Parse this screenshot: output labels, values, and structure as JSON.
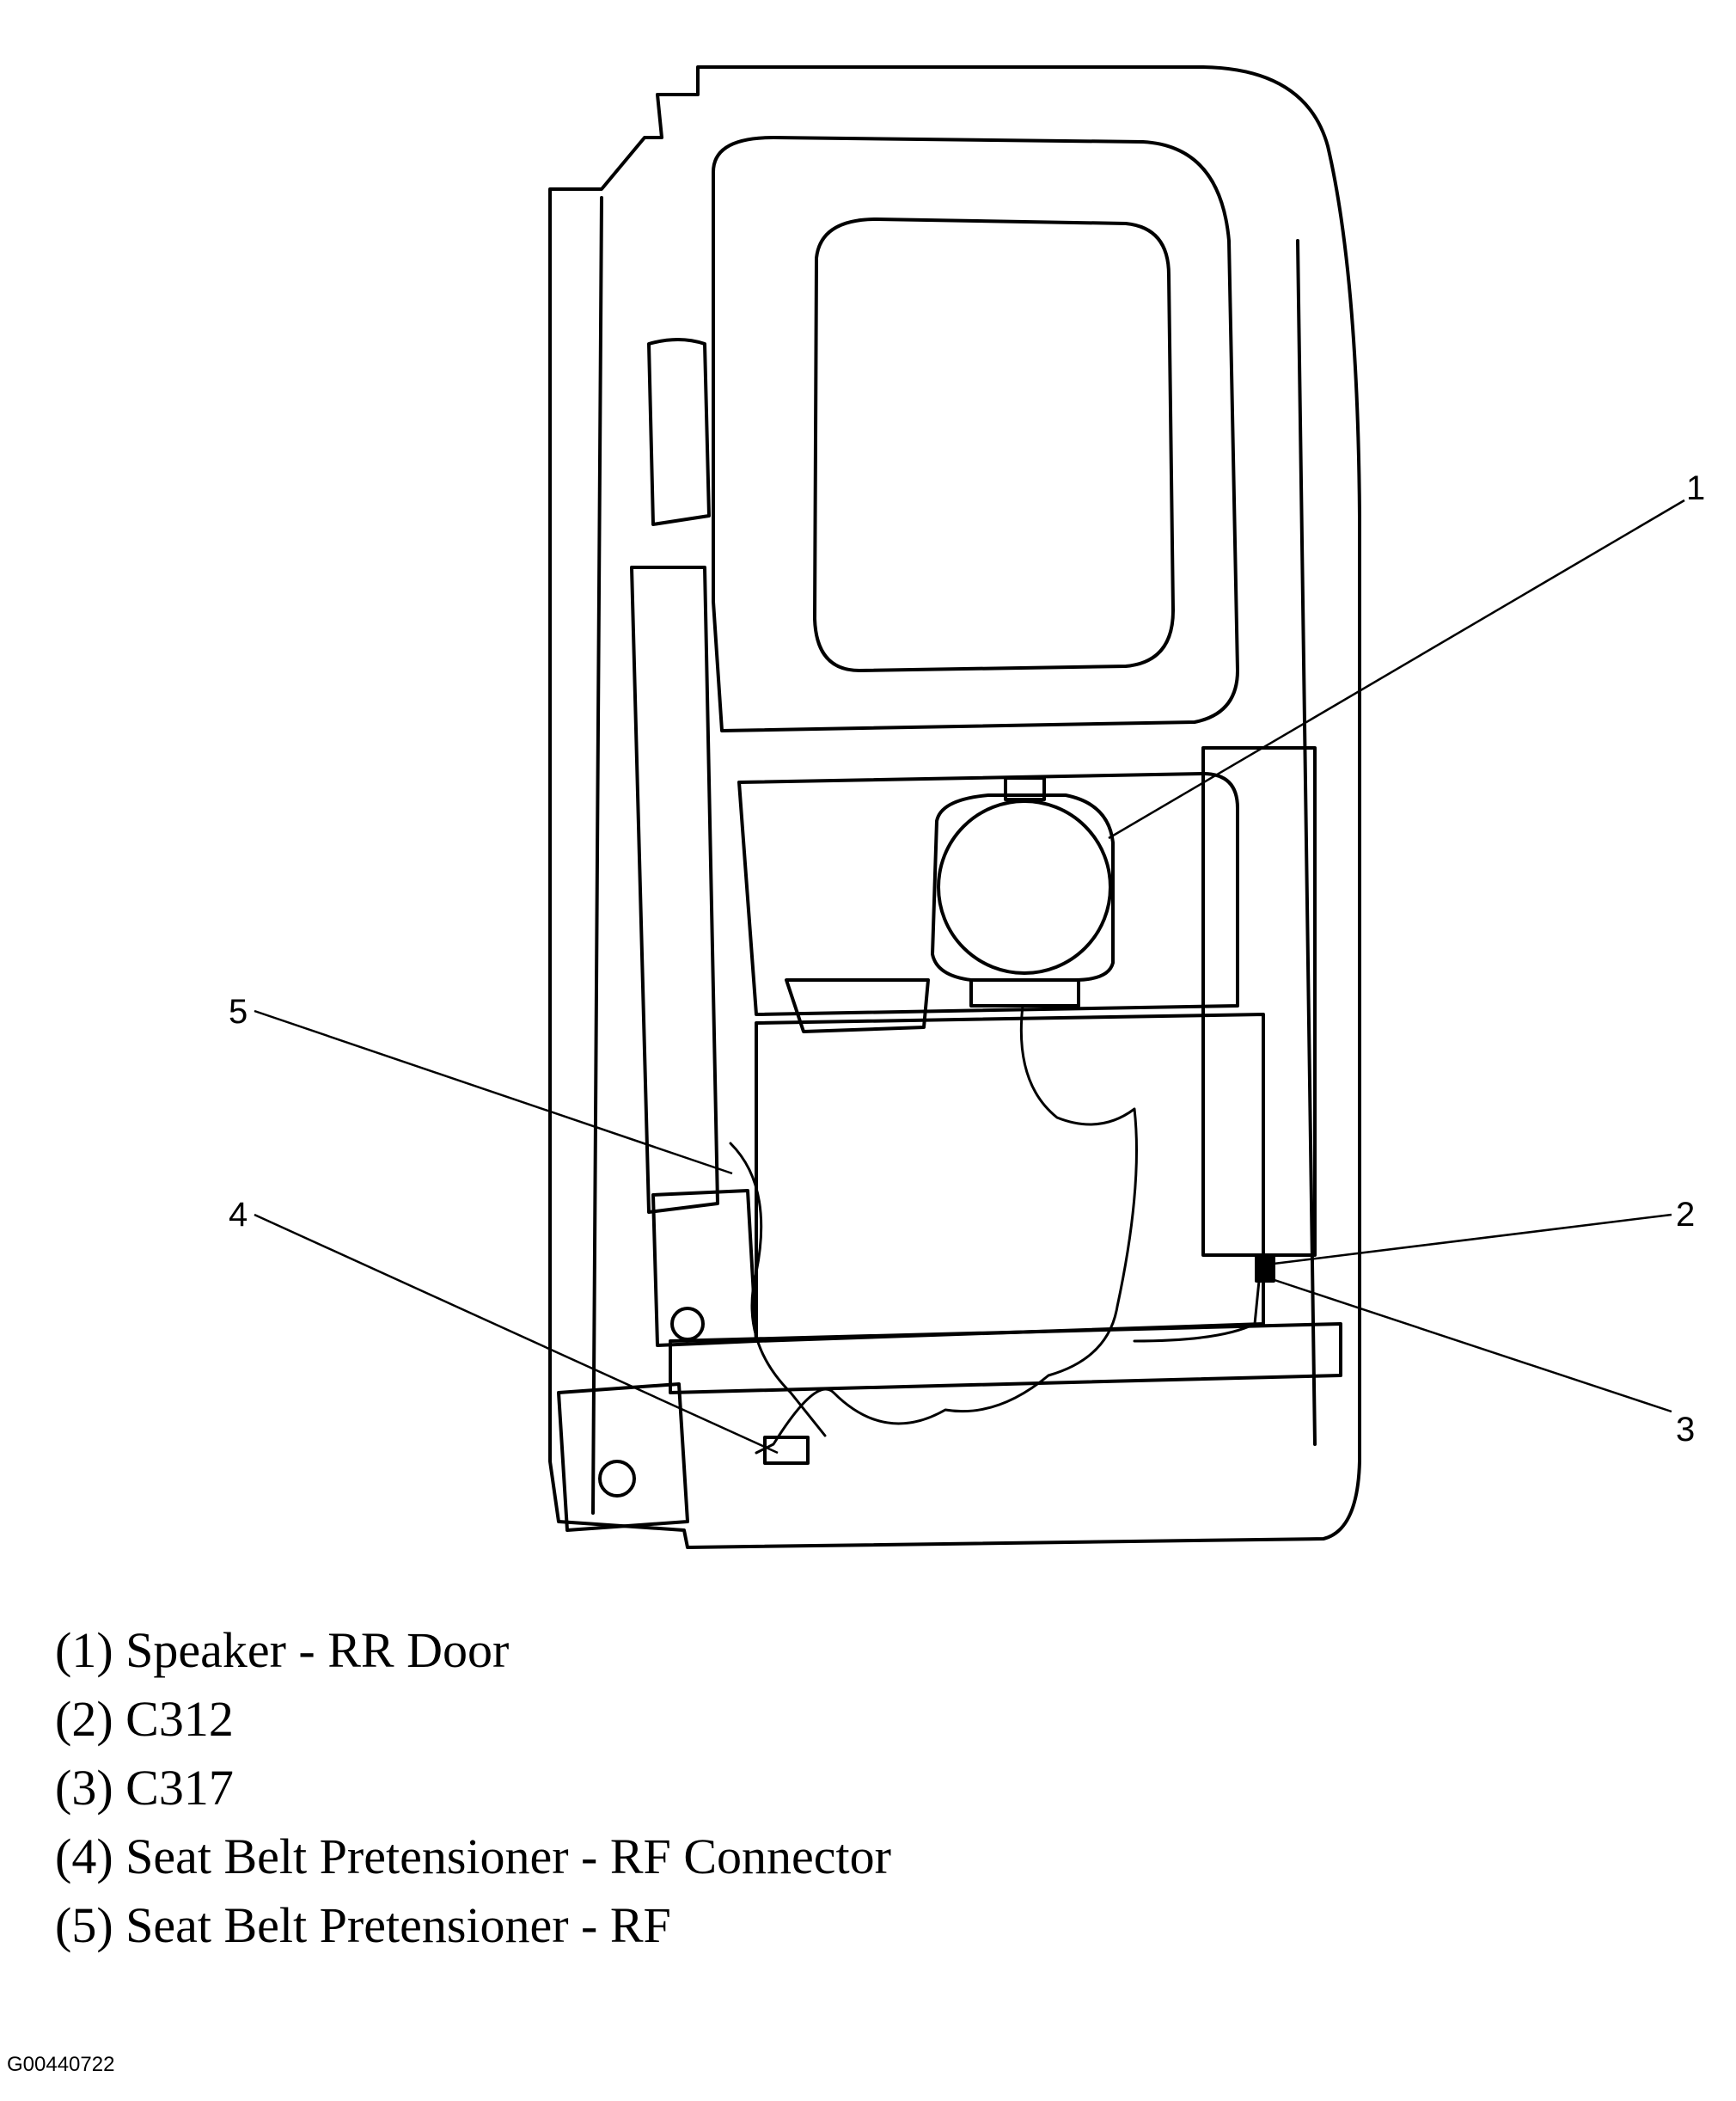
{
  "callouts": [
    {
      "number": "1"
    },
    {
      "number": "2"
    },
    {
      "number": "3"
    },
    {
      "number": "4"
    },
    {
      "number": "5"
    }
  ],
  "legend": [
    "(1) Speaker - RR Door",
    "(2) C312",
    "(3) C317",
    "(4) Seat Belt Pretensioner - RF Connector",
    "(5) Seat Belt Pretensioner - RF"
  ],
  "figure_id": "G00440722",
  "colors": {
    "line": "#000000",
    "background": "#ffffff"
  }
}
